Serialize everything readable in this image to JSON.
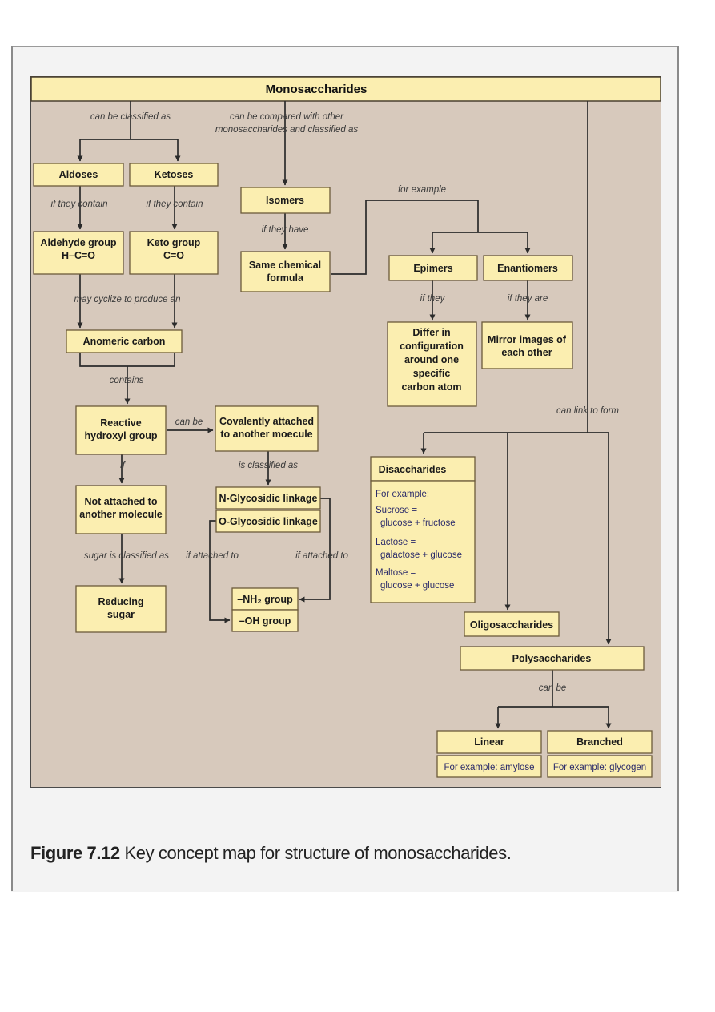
{
  "title": "Monosaccharides",
  "labels": {
    "classified": "can be classified as",
    "compared_1": "can be compared with other",
    "compared_2": "monosaccharides and classified as",
    "contain_1": "if they contain",
    "contain_2": "if they contain",
    "cyclize": "may cyclize to produce an",
    "contains": "contains",
    "can_be": "can be",
    "if": "if",
    "sugar_classified": "sugar is classified as",
    "is_classified": "is classified as",
    "attached_left": "if attached to",
    "attached_right": "if attached to",
    "for_example": "for example",
    "if_they_have": "if they have",
    "if_they": "if they",
    "if_they_are": "if they are",
    "link": "can link to form",
    "poly_can_be": "can be"
  },
  "nodes": {
    "aldoses": "Aldoses",
    "ketoses": "Ketoses",
    "aldehyde_1": "Aldehyde group",
    "aldehyde_2": "H–C=O",
    "keto_1": "Keto group",
    "keto_2": "C=O",
    "anomeric": "Anomeric carbon",
    "reactive_1": "Reactive",
    "reactive_2": "hydroxyl group",
    "covalent_1": "Covalently attached",
    "covalent_2": "to another moecule",
    "not_attached_1": "Not attached to",
    "not_attached_2": "another molecule",
    "reducing_1": "Reducing",
    "reducing_2": "sugar",
    "n_gly": "N-Glycosidic linkage",
    "o_gly": "O-Glycosidic linkage",
    "nh2": "–NH₂ group",
    "oh": "–OH group",
    "isomers": "Isomers",
    "same_1": "Same chemical",
    "same_2": "formula",
    "epimers": "Epimers",
    "enantiomers": "Enantiomers",
    "differ_1": "Differ in",
    "differ_2": "configuration",
    "differ_3": "around one",
    "differ_4": "specific",
    "differ_5": "carbon atom",
    "mirror_1": "Mirror images of",
    "mirror_2": "each other",
    "disaccharides": "Disaccharides",
    "di_1": "For example:",
    "di_2": "Sucrose =",
    "di_3": "glucose + fructose",
    "di_4": "Lactose =",
    "di_5": "galactose + glucose",
    "di_6": "Maltose =",
    "di_7": "glucose + glucose",
    "oligo": "Oligosaccharides",
    "poly": "Polysaccharides",
    "linear": "Linear",
    "linear_ex": "For example: amylose",
    "branched": "Branched",
    "branched_ex": "For example: glycogen"
  },
  "caption": {
    "figure_label": "Figure 7.12",
    "text": " Key concept map for structure of monosaccharides."
  }
}
